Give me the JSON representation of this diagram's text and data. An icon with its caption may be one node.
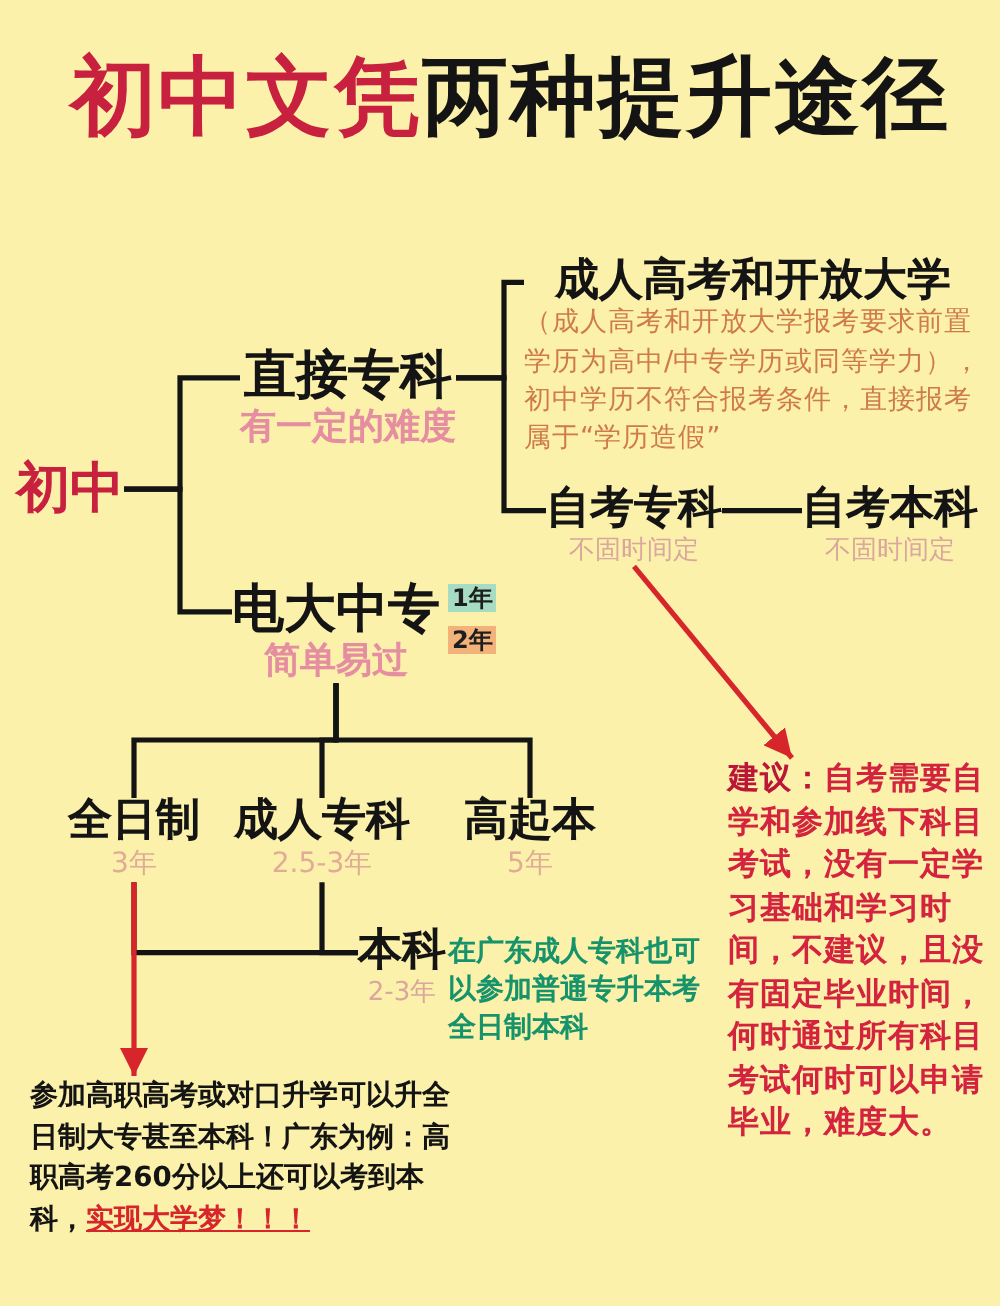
{
  "diagram": {
    "title": "**初中文凭**两种提升途径",
    "nodes": [
      {
        "text": [
          "初中"
        ]
      },
      {
        "text": [
          "直接专科",
          "有一定的难度"
        ]
      },
      {
        "text": [
          "成人高考和开放大学",
          "（成人高考和开放大学报考要求前置学历为高中/中专学历或同等学力），初中学历不符合报考条件，直接报考属于“学历造假”"
        ]
      },
      {
        "text": [
          "自考专科",
          "不固时间定"
        ]
      },
      {
        "text": [
          "自考本科",
          "不固时间定"
        ]
      },
      {
        "text": [
          "电大中专",
          "简单易过"
        ],
        "beside": [
          "1年",
          "2年"
        ]
      },
      {
        "text": [
          "全日制",
          "3年"
        ]
      },
      {
        "text": [
          "成人专科",
          "2.5-3年"
        ]
      },
      {
        "text": [
          "高起本",
          "5年"
        ]
      },
      {
        "text": [
          "本科",
          "2-3年"
        ],
        "beside": [
          "在广东成人专科也可以参加普通专升本考全日制本科"
        ]
      },
      {
        "text": [
          "参加高职高考或对口升学可以升全日制大专甚至本科！广东为例：高职高考260分以上还可以考到本科，**实现大学梦！！！**"
        ]
      },
      {
        "text": [
          "**建议：**自考需要自学和参加线下科目考试，没有一定学习基础和学习时间，不建议，且没有固定毕业时间，何时通过所有科目考试何时可以申请毕业，难度大。"
        ]
      }
    ],
    "edges": [
      {
        "from": 0,
        "to": 1,
        "arrow": "none"
      },
      {
        "from": 0,
        "to": 5,
        "arrow": "none"
      },
      {
        "from": 1,
        "to": 2,
        "arrow": "none"
      },
      {
        "from": 1,
        "to": 3,
        "arrow": "none"
      },
      {
        "from": 3,
        "to": 4,
        "arrow": "none"
      },
      {
        "from": 3,
        "to": 11,
        "arrow": "to",
        "color": "#d6262b"
      },
      {
        "from": 5,
        "to": 6,
        "arrow": "none"
      },
      {
        "from": 5,
        "to": 7,
        "arrow": "none"
      },
      {
        "from": 5,
        "to": 8,
        "arrow": "none"
      },
      {
        "from": 6,
        "to": 9,
        "arrow": "none"
      },
      {
        "from": 7,
        "to": 9,
        "arrow": "none"
      },
      {
        "from": 6,
        "to": 10,
        "arrow": "to",
        "color": "#d6262b"
      }
    ]
  }
}
